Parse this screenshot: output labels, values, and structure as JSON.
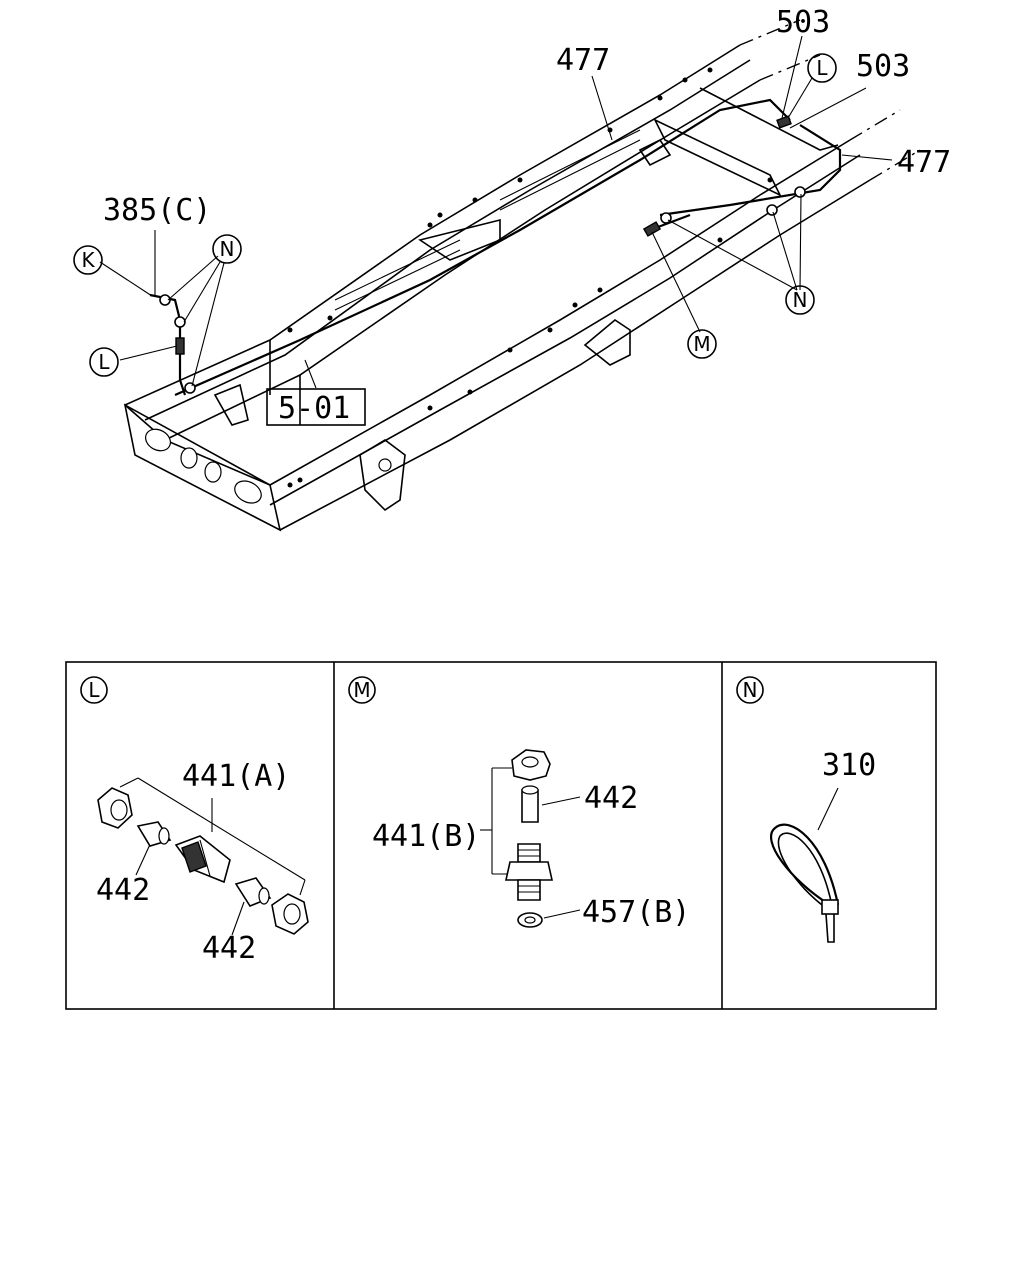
{
  "main_view": {
    "callouts": {
      "pipe_front": "477",
      "pipe_rear": "477",
      "clip_top": "503",
      "clip_right": "503",
      "pipe_385c": "385(C)",
      "ref_box": "5-01"
    },
    "markers": {
      "k": "K",
      "l_left": "L",
      "l_top": "L",
      "n_left": "N",
      "n_right": "N",
      "m": "M"
    }
  },
  "detail_panels": [
    {
      "marker": "L",
      "labels": {
        "joint": "441(A)",
        "sleeve_left": "442",
        "sleeve_right": "442"
      }
    },
    {
      "marker": "M",
      "labels": {
        "connector": "441(B)",
        "sleeve": "442",
        "washer": "457(B)"
      }
    },
    {
      "marker": "N",
      "labels": {
        "tie": "310"
      }
    }
  ]
}
